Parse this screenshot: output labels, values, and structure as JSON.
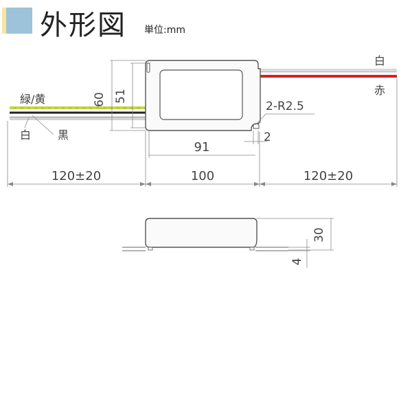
{
  "header": {
    "title": "外形図",
    "unit_label": "単位:mm",
    "accent_colors": {
      "yellow": "#f5e6a0",
      "blue": "#9cc3d9"
    }
  },
  "top_view": {
    "wire_labels": {
      "green_yellow": "緑/黄",
      "white_left": "白",
      "black": "黒",
      "white_right": "白",
      "red": "赤"
    },
    "dimensions": {
      "height_outer": "60",
      "height_inner": "51",
      "radius": "2-R2.5",
      "slot": "2",
      "hole_pitch": "91",
      "left_lead": "120±20",
      "body_length": "100",
      "right_lead": "120±20"
    },
    "wire_colors": {
      "green": "#b5cc3a",
      "yellow": "#e8e040",
      "black": "#222222",
      "white": "#cccccc",
      "red": "#d42020"
    }
  },
  "side_view": {
    "dimensions": {
      "height": "30",
      "lead_offset": "4"
    }
  }
}
